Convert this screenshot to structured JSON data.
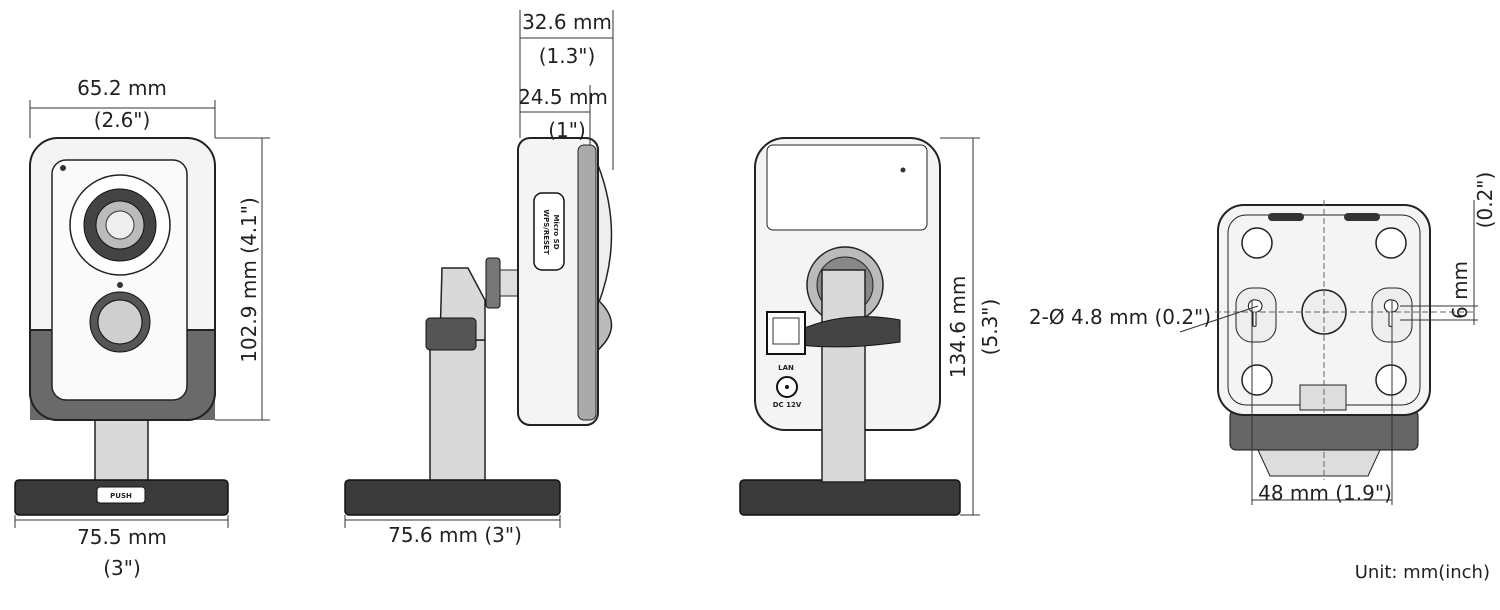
{
  "front_view": {
    "width_mm": "65.2 mm",
    "width_in": "(2.6\")",
    "height": "102.9 mm (4.1\")",
    "base_width_mm": "75.5 mm",
    "base_width_in": "(3\")",
    "push_label": "PUSH"
  },
  "side_view": {
    "depth_total_mm": "32.6 mm",
    "depth_total_in": "(1.3\")",
    "depth_body_mm": "24.5 mm",
    "depth_body_in": "(1\")",
    "base_depth": "75.6 mm (3\")",
    "slot_label_1": "WPS/RESET",
    "slot_label_2": "Micro SD"
  },
  "back_view": {
    "height_mm": "134.6 mm",
    "height_in": "(5.3\")",
    "lan_label": "LAN",
    "dc_label": "DC 12V"
  },
  "bottom_view": {
    "hole_dim": "2-Ø 4.8 mm (0.2\")",
    "offset_mm": "6 mm",
    "offset_in": "(0.2\")",
    "hole_spacing": "48 mm (1.9\")"
  },
  "unit_note": "Unit: mm(inch)"
}
